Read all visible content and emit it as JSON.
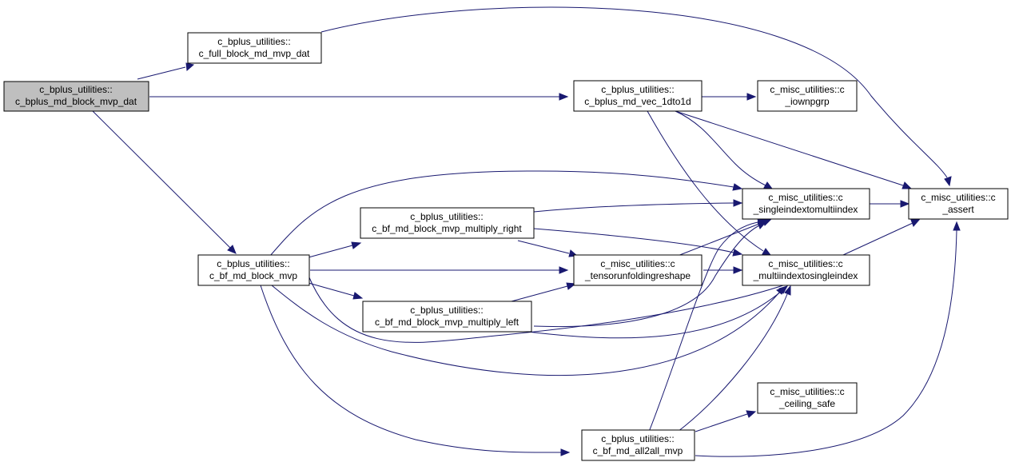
{
  "colors": {
    "edge": "#191970",
    "node_border": "#000000",
    "root_fill": "#bfbfbf",
    "node_fill": "#ffffff"
  },
  "nodes": {
    "root": {
      "line1": "c_bplus_utilities::",
      "line2": "c_bplus_md_block_mvp_dat"
    },
    "full_block": {
      "line1": "c_bplus_utilities::",
      "line2": "c_full_block_md_mvp_dat"
    },
    "vec_1dto1d": {
      "line1": "c_bplus_utilities::",
      "line2": "c_bplus_md_vec_1dto1d"
    },
    "iownpgrp": {
      "line1": "c_misc_utilities::c",
      "line2": "_iownpgrp"
    },
    "assert": {
      "line1": "c_misc_utilities::c",
      "line2": "_assert"
    },
    "single2multi": {
      "line1": "c_misc_utilities::c",
      "line2": "_singleindextomultiindex"
    },
    "multi2single": {
      "line1": "c_misc_utilities::c",
      "line2": "_multiindextosingleindex"
    },
    "bf_md_block_mvp": {
      "line1": "c_bplus_utilities::",
      "line2": "c_bf_md_block_mvp"
    },
    "mult_right": {
      "line1": "c_bplus_utilities::",
      "line2": "c_bf_md_block_mvp_multiply_right"
    },
    "mult_left": {
      "line1": "c_bplus_utilities::",
      "line2": "c_bf_md_block_mvp_multiply_left"
    },
    "tensor": {
      "line1": "c_misc_utilities::c",
      "line2": "_tensorunfoldingreshape"
    },
    "ceiling": {
      "line1": "c_misc_utilities::c",
      "line2": "_ceiling_safe"
    },
    "all2all": {
      "line1": "c_bplus_utilities::",
      "line2": "c_bf_md_all2all_mvp"
    }
  }
}
